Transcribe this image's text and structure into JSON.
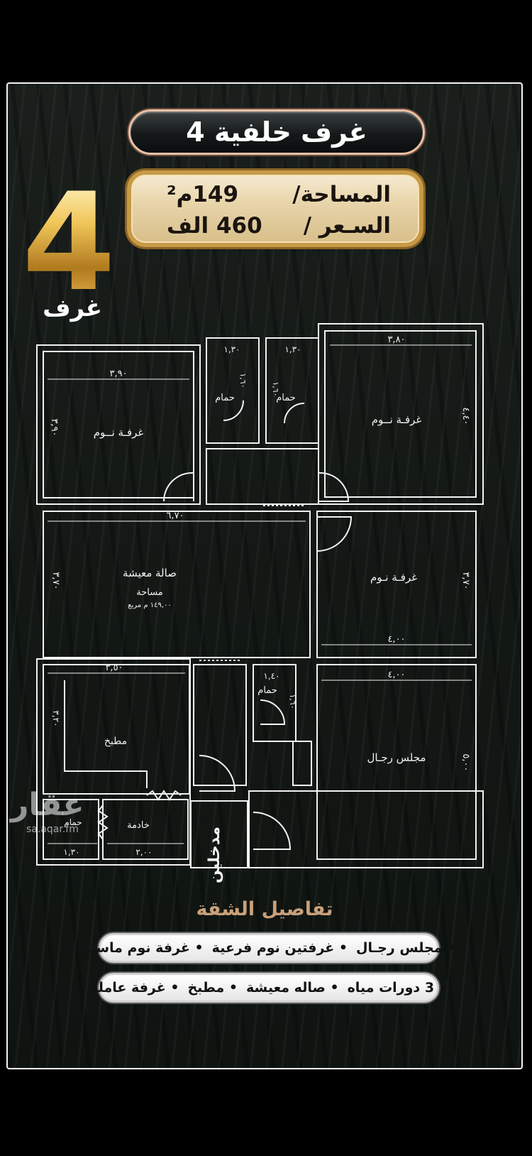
{
  "poster": {
    "title": "4 غرف خلفية",
    "area_label": "المساحة/",
    "area_value": "149م²",
    "price_label": "السـعر /",
    "price_value": "460 الف",
    "big_number": "4",
    "rooms_word": "غرف"
  },
  "floor_plan": {
    "rooms": {
      "bedroom_top_left": "غرفـة نــوم",
      "bedroom_top_right": "غرفـة نــوم",
      "bedroom_mid_right": "غرفـة نـوم",
      "living_room": "صالة معيشة",
      "living_area_label": "مساحة",
      "living_area_value": "١٤٩,٠٠ م مربع",
      "kitchen": "مطبخ",
      "maid_room": "خادمة",
      "men_majlis": "مجلس رجـال",
      "bath_1": "حمام",
      "bath_2": "حمام",
      "bath_3": "حمام",
      "bath_4": "حمام",
      "entrance": "مدخلين"
    },
    "dimensions": {
      "top_left_width": "٣,٩٠",
      "top_left_height": "٣,٩٠",
      "bath1_width": "١,٣٠",
      "bath1_height": "١,٦٠",
      "bath2_width": "١,٣٠",
      "bath2_height": "١,٦٠",
      "top_right_width": "٣,٨٠",
      "top_right_height": "٤,٤٠",
      "living_width": "٦,٧٠",
      "living_height": "٣,٧٠",
      "mid_right_width": "٤,٠٠",
      "mid_right_height": "٣,٧٠",
      "kitchen_width": "٣,٥٠",
      "kitchen_height": "٣,٢٠",
      "bath3_width": "١,٤٠",
      "bath3_height": "١,٦٠",
      "majlis_width": "٤,٠٠",
      "majlis_height": "٥,٠٠",
      "maid_width": "٢,٠٠",
      "maid_bath_width": "١,٣٠"
    }
  },
  "details": {
    "title": "تفاصيل الشقة",
    "row1": [
      "• مجلس رجـال",
      "• غرفتين نوم فرعية",
      "• غرفة نوم ماستر"
    ],
    "row2": [
      "• 3 دورات مياه",
      "• صاله معيشة",
      "• مطبخ",
      "• غرفة عاملة"
    ]
  },
  "watermark": {
    "logo": "عقار",
    "site": "sa.aqar.fm"
  },
  "colors": {
    "gold": "#d9a640",
    "gold_border": "#c79a46",
    "title_border": "#e9c3a8",
    "details_title": "#c9a07a",
    "background": "#131815"
  }
}
